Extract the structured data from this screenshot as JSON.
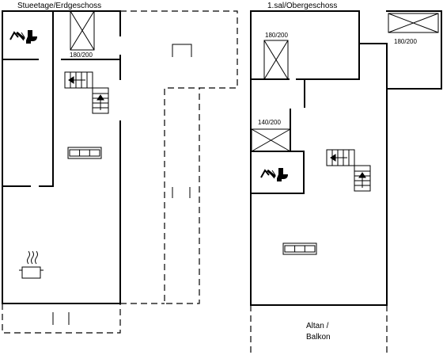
{
  "floors": {
    "ground": {
      "title": "Stueetage/Erdgeschoss",
      "bed": "180/200"
    },
    "upper": {
      "title": "1.sal/Obergeschoss",
      "bed_main": "180/200",
      "bed_corner": "180/200",
      "bed_small": "140/200",
      "balcony_line1": "Altan /",
      "balcony_line2": "Balkon"
    }
  }
}
